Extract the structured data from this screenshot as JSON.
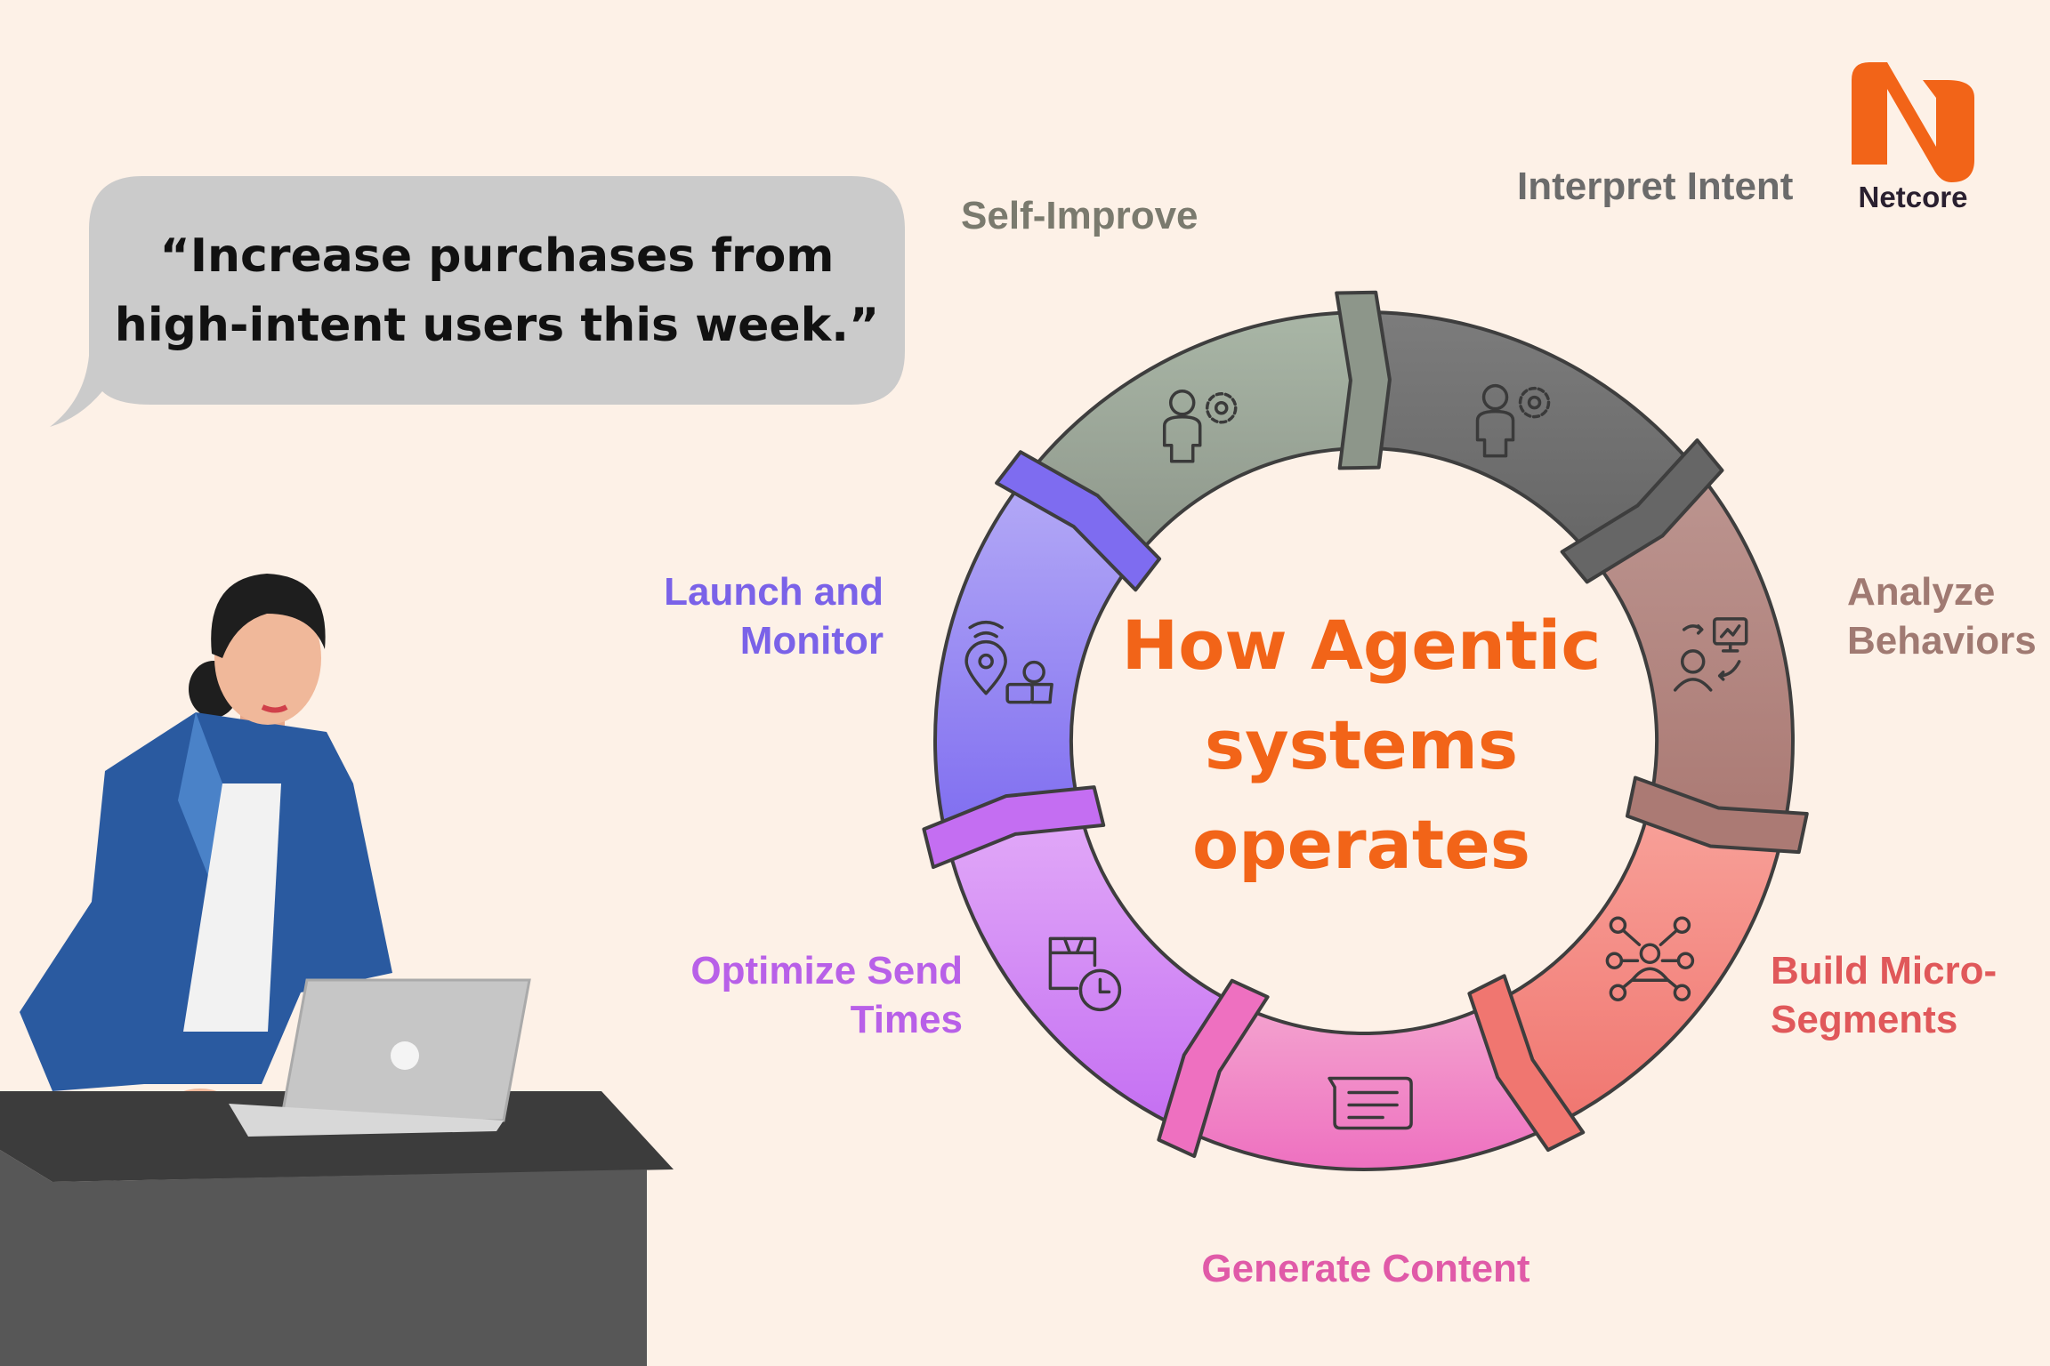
{
  "speech_bubble": {
    "line1": "“Increase purchases from",
    "line2": "high-intent users this week.”"
  },
  "center_title": {
    "line1": "How Agentic",
    "line2": "systems",
    "line3": "operates"
  },
  "brand": {
    "name": "Netcore",
    "color": "#f26418"
  },
  "cycle": [
    {
      "label": [
        "Interpret Intent"
      ],
      "icon": "person-gear-icon",
      "color": "#6b6b6b",
      "fill": [
        "#7c7c7c",
        "#666666"
      ]
    },
    {
      "label": [
        "Analyze",
        "Behaviors"
      ],
      "icon": "analytics-user-icon",
      "color": "#a07a72",
      "fill": [
        "#bc9590",
        "#ab7a74"
      ]
    },
    {
      "label": [
        "Build Micro-",
        "Segments"
      ],
      "icon": "network-segments-icon",
      "color": "#e0585a",
      "fill": [
        "#f8a29a",
        "#f07670"
      ]
    },
    {
      "label": [
        "Generate Content"
      ],
      "icon": "message-icon",
      "color": "#e05aa8",
      "fill": [
        "#f4a4cf",
        "#ee70c0"
      ]
    },
    {
      "label": [
        "Optimize Send",
        "Times"
      ],
      "icon": "box-clock-icon",
      "color": "#b860e8",
      "fill": [
        "#e2aaf8",
        "#c46ef2"
      ]
    },
    {
      "label": [
        "Launch and",
        "Monitor"
      ],
      "icon": "location-monitor-icon",
      "color": "#7a62e8",
      "fill": [
        "#b4aaf6",
        "#7e6cf0"
      ]
    },
    {
      "label": [
        "Self-Improve"
      ],
      "icon": "person-gear-icon",
      "color": "#7a7a6e",
      "fill": [
        "#a9b6a6",
        "#8d968a"
      ]
    }
  ]
}
